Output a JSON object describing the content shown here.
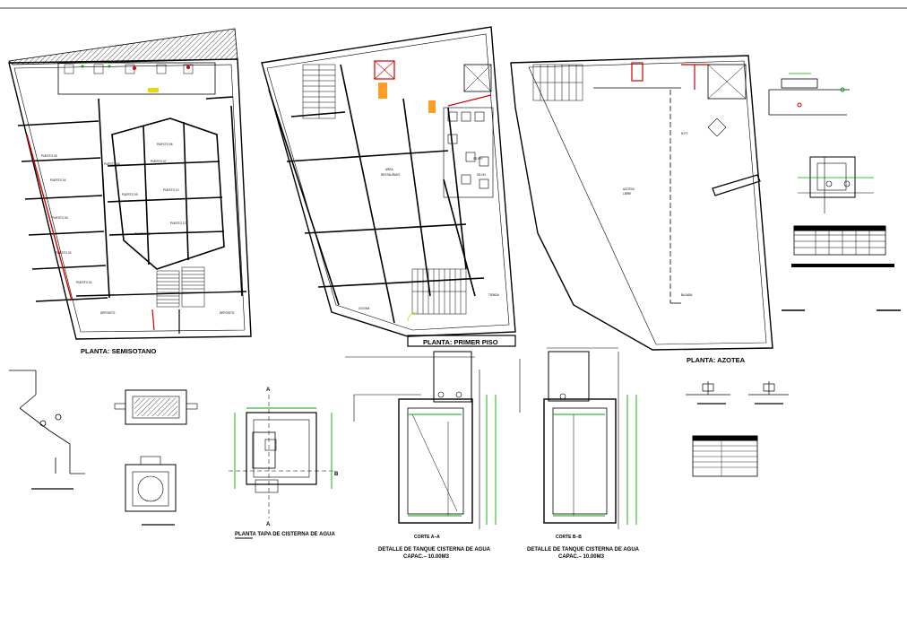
{
  "drawing": {
    "plans": {
      "basement_title": "PLANTA: SEMISOTANO",
      "first_floor_title": "PLANTA: PRIMER PISO",
      "roof_title": "PLANTA: AZOTEA"
    },
    "details": {
      "cistern_plan_title": "PLANTA TAPA DE CISTERNA DE AGUA",
      "cut_a_label": "CORTE A–A",
      "cut_b_label": "CORTE B–B",
      "tank_detail_title": "DETALLE DE TANQUE CISTERNA DE AGUA",
      "tank_capacity": "CAPAC.– 10.00M3"
    },
    "section_markers": {
      "a": "A",
      "b": "B"
    },
    "colors": {
      "line": "#000000",
      "accent_red": "#d40000",
      "accent_green": "#00aa00",
      "accent_orange": "#ff8c00",
      "accent_yellow": "#e8d800",
      "background": "#ffffff"
    }
  }
}
